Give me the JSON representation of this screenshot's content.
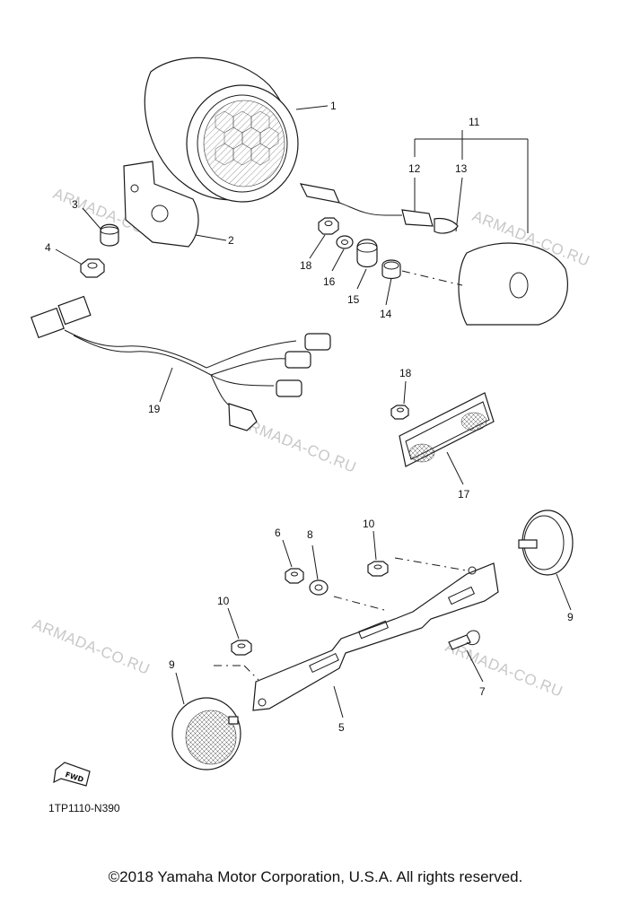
{
  "watermark": "ARMADA-CO.RU",
  "diagram_code": "1TP1110-N390",
  "fwd_label": "FWD",
  "copyright": "©2018 Yamaha Motor Corporation, U.S.A. All rights reserved.",
  "callouts": {
    "c1": "1",
    "c2": "2",
    "c3": "3",
    "c4": "4",
    "c5": "5",
    "c6": "6",
    "c7": "7",
    "c8": "8",
    "c9a": "9",
    "c9b": "9",
    "c10a": "10",
    "c10b": "10",
    "c11": "11",
    "c12": "12",
    "c13": "13",
    "c14": "14",
    "c15": "15",
    "c16": "16",
    "c17": "17",
    "c18a": "18",
    "c18b": "18",
    "c19": "19"
  }
}
